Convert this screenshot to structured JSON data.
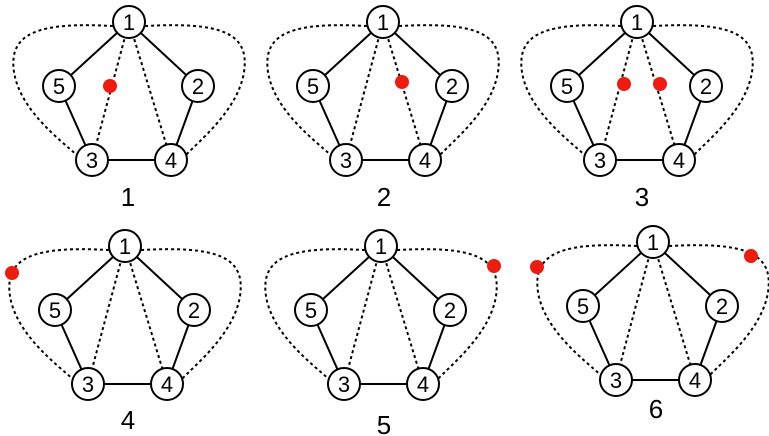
{
  "accent_color": "#ee1c0f",
  "panels": [
    {
      "caption": "1",
      "node_labels": [
        "1",
        "2",
        "3",
        "4",
        "5"
      ],
      "marker_count": 1
    },
    {
      "caption": "2",
      "node_labels": [
        "1",
        "2",
        "3",
        "4",
        "5"
      ],
      "marker_count": 1
    },
    {
      "caption": "3",
      "node_labels": [
        "1",
        "2",
        "3",
        "4",
        "5"
      ],
      "marker_count": 2
    },
    {
      "caption": "4",
      "node_labels": [
        "1",
        "2",
        "3",
        "4",
        "5"
      ],
      "marker_count": 1
    },
    {
      "caption": "5",
      "node_labels": [
        "1",
        "2",
        "3",
        "4",
        "5"
      ],
      "marker_count": 1
    },
    {
      "caption": "6",
      "node_labels": [
        "1",
        "2",
        "3",
        "4",
        "5"
      ],
      "marker_count": 2
    }
  ]
}
